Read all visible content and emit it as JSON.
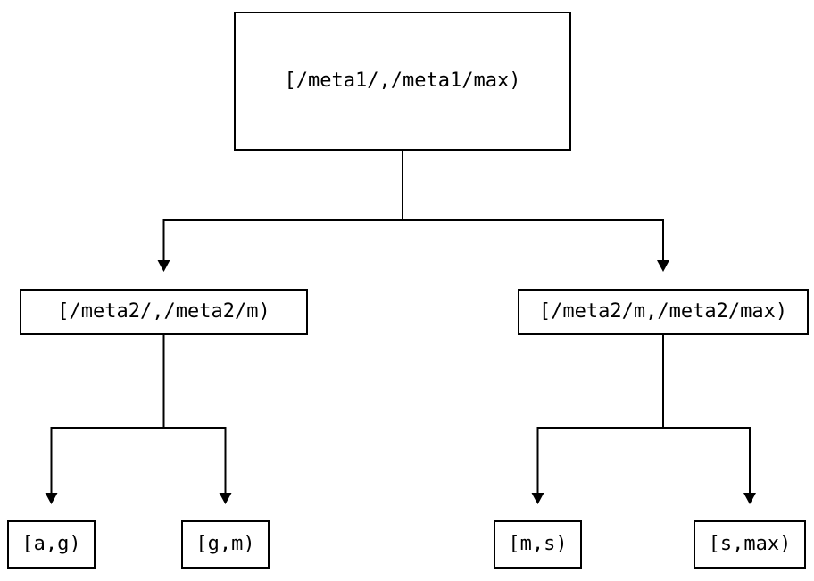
{
  "diagram": {
    "type": "tree",
    "description": "Two-level key-range partition tree",
    "colors": {
      "background": "#ffffff",
      "line": "#000000",
      "box_border": "#000000",
      "text": "#000000"
    },
    "nodes": {
      "root": {
        "label": "[/meta1/,/meta1/max)"
      },
      "left": {
        "label": "[/meta2/,/meta2/m)"
      },
      "right": {
        "label": "[/meta2/m,/meta2/max)"
      },
      "leaf_ag": {
        "label": "[a,g)"
      },
      "leaf_gm": {
        "label": "[g,m)"
      },
      "leaf_ms": {
        "label": "[m,s)"
      },
      "leaf_smax": {
        "label": "[s,max)"
      }
    },
    "edges": [
      {
        "from": "root",
        "to": "left"
      },
      {
        "from": "root",
        "to": "right"
      },
      {
        "from": "left",
        "to": "leaf_ag"
      },
      {
        "from": "left",
        "to": "leaf_gm"
      },
      {
        "from": "right",
        "to": "leaf_ms"
      },
      {
        "from": "right",
        "to": "leaf_smax"
      }
    ]
  }
}
